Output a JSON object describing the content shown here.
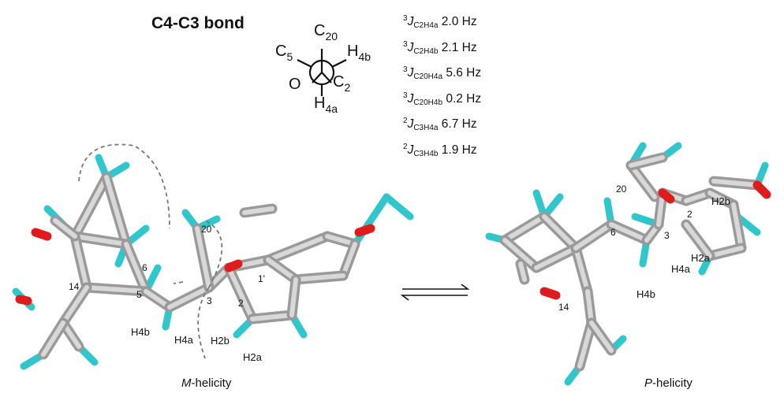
{
  "title": "C4-C3 bond",
  "newman": {
    "top": {
      "base": "C",
      "sub": "20"
    },
    "upper_left": {
      "base": "C",
      "sub": "5"
    },
    "upper_right": {
      "base": "H",
      "sub": "4b"
    },
    "lower_left": {
      "base": "O",
      "sub": ""
    },
    "lower_right": {
      "base": "C",
      "sub": "2"
    },
    "bottom": {
      "base": "H",
      "sub": "4a"
    }
  },
  "couplings": [
    {
      "sup": "3",
      "j": "J",
      "sub": "C2H4a",
      "value": "2.0  Hz"
    },
    {
      "sup": "3",
      "j": "J",
      "sub": "C2H4b",
      "value": "2.1 Hz"
    },
    {
      "sup": "3",
      "j": "J",
      "sub": "C20H4a",
      "value": "5.6 Hz"
    },
    {
      "sup": "3",
      "j": "J",
      "sub": "C20H4b",
      "value": "0.2 Hz"
    },
    {
      "sup": "2",
      "j": "J",
      "sub": "C3H4a",
      "value": "6.7 Hz"
    },
    {
      "sup": "2",
      "j": "J",
      "sub": "C3H4b",
      "value": "1.9 Hz"
    }
  ],
  "left_model": {
    "atom_numbers": [
      "6",
      "20",
      "1'",
      "14",
      "5",
      "3",
      "2"
    ],
    "hydrogen_labels": [
      "H4b",
      "H4a",
      "H2b",
      "H2a"
    ],
    "caption_italic": "M",
    "caption_rest": "-helicity"
  },
  "right_model": {
    "atom_numbers": [
      "20",
      "2",
      "3",
      "6",
      "14"
    ],
    "hydrogen_labels": [
      "H2b",
      "H2a",
      "H4a",
      "H4b"
    ],
    "caption_italic": "P",
    "caption_rest": "-helicity"
  },
  "colors": {
    "carbon": "#9a9a9a",
    "carbon_light": "#d8d8d8",
    "hydrogen": "#2fc6cc",
    "oxygen": "#e01b1b",
    "arrow": "#777777"
  }
}
